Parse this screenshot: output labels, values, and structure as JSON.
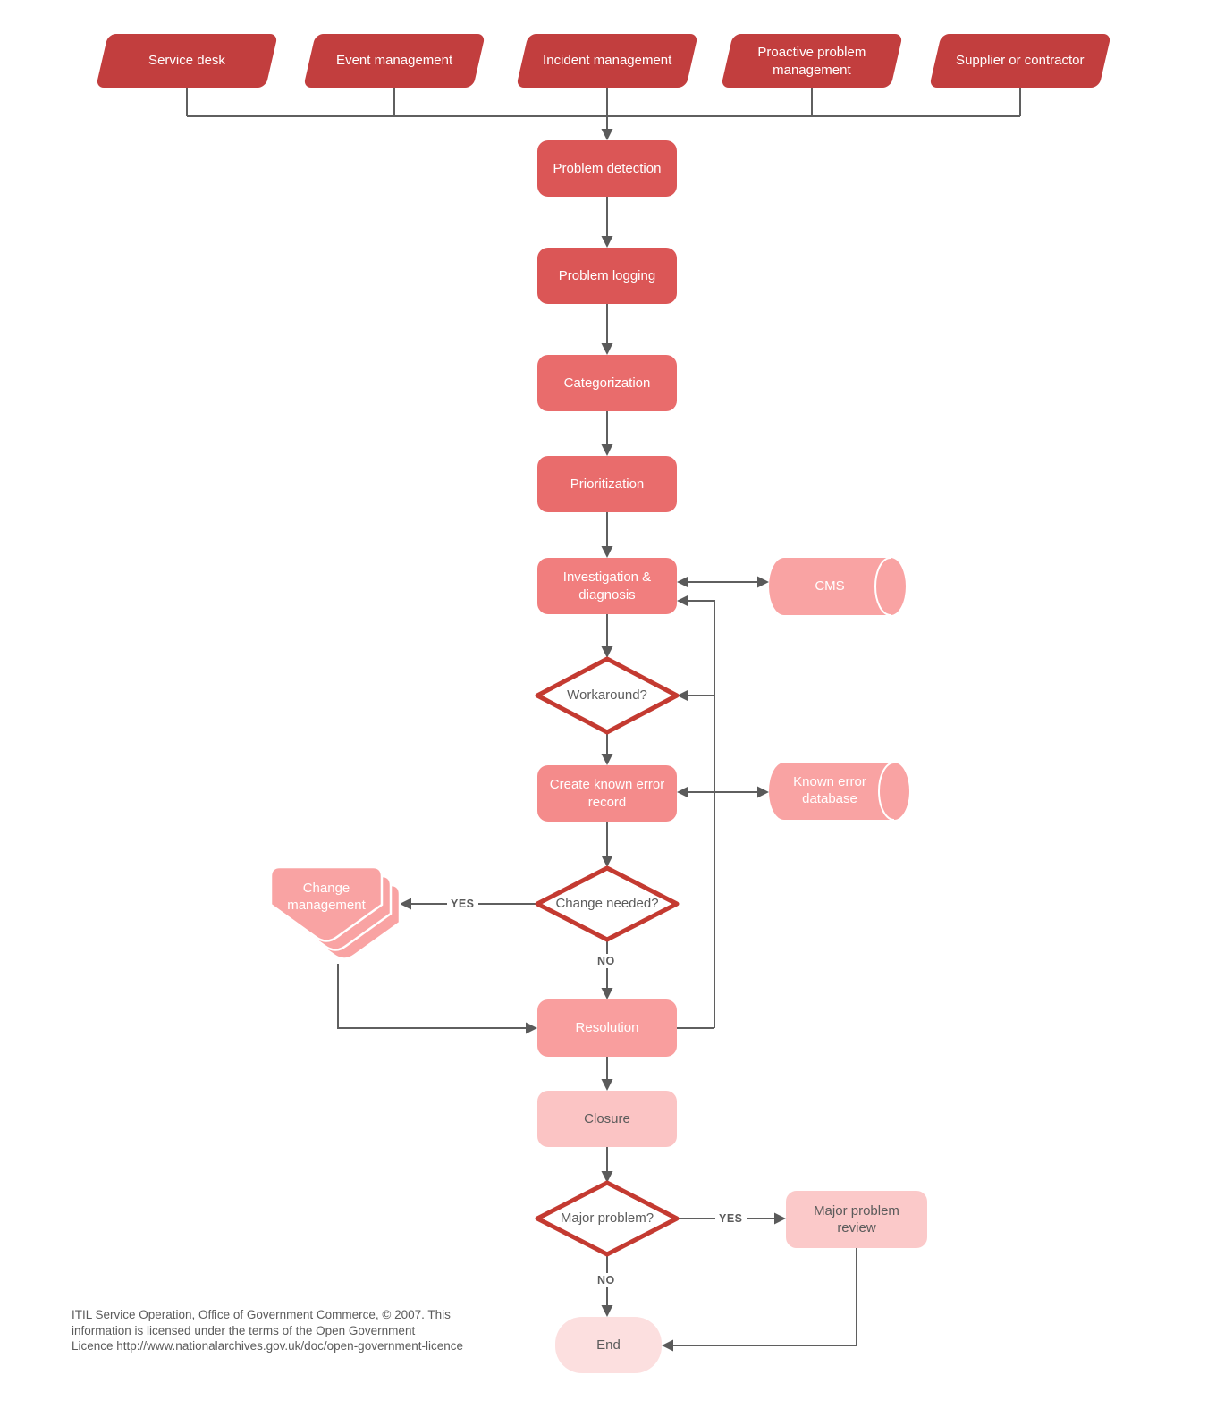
{
  "sources": {
    "service_desk": "Service desk",
    "event_management": "Event management",
    "incident_management": "Incident management",
    "proactive_problem_management": "Proactive problem management",
    "supplier_or_contractor": "Supplier or contractor"
  },
  "process": {
    "problem_detection": "Problem detection",
    "problem_logging": "Problem logging",
    "categorization": "Categorization",
    "prioritization": "Prioritization",
    "investigation_diagnosis": "Investigation & diagnosis",
    "create_known_error_record": "Create known error record",
    "resolution": "Resolution",
    "closure": "Closure",
    "major_problem_review": "Major problem review",
    "end": "End"
  },
  "decisions": {
    "workaround": "Workaround?",
    "change_needed": "Change needed?",
    "major_problem": "Major problem?"
  },
  "datastores": {
    "cms": "CMS",
    "known_error_database": "Known error database"
  },
  "external": {
    "change_management": "Change management"
  },
  "edge_labels": {
    "change_needed_yes": "YES",
    "change_needed_no": "NO",
    "major_problem_yes": "YES",
    "major_problem_no": "NO"
  },
  "footer": {
    "line1": "ITIL Service Operation, Office of Government Commerce, © 2007. This",
    "line2": "information is licensed under the terms of the Open Government",
    "line3": "Licence http://www.nationalarchives.gov.uk/doc/open-government-licence"
  },
  "colors": {
    "source_fill": "#c23e3e",
    "stage1": "#db5656",
    "stage2": "#e96c6c",
    "stage3": "#f17e7e",
    "stage4": "#f48b8b",
    "stage5": "#f99e9e",
    "store": "#f9a3a3",
    "stage6": "#fbc4c4",
    "review": "#fbc9c9",
    "end": "#fcdfdf",
    "decision_border": "#c43a31",
    "decision_fill": "#ffffff",
    "line": "#5f5f5f",
    "text_dark": "#5b5b5b"
  }
}
